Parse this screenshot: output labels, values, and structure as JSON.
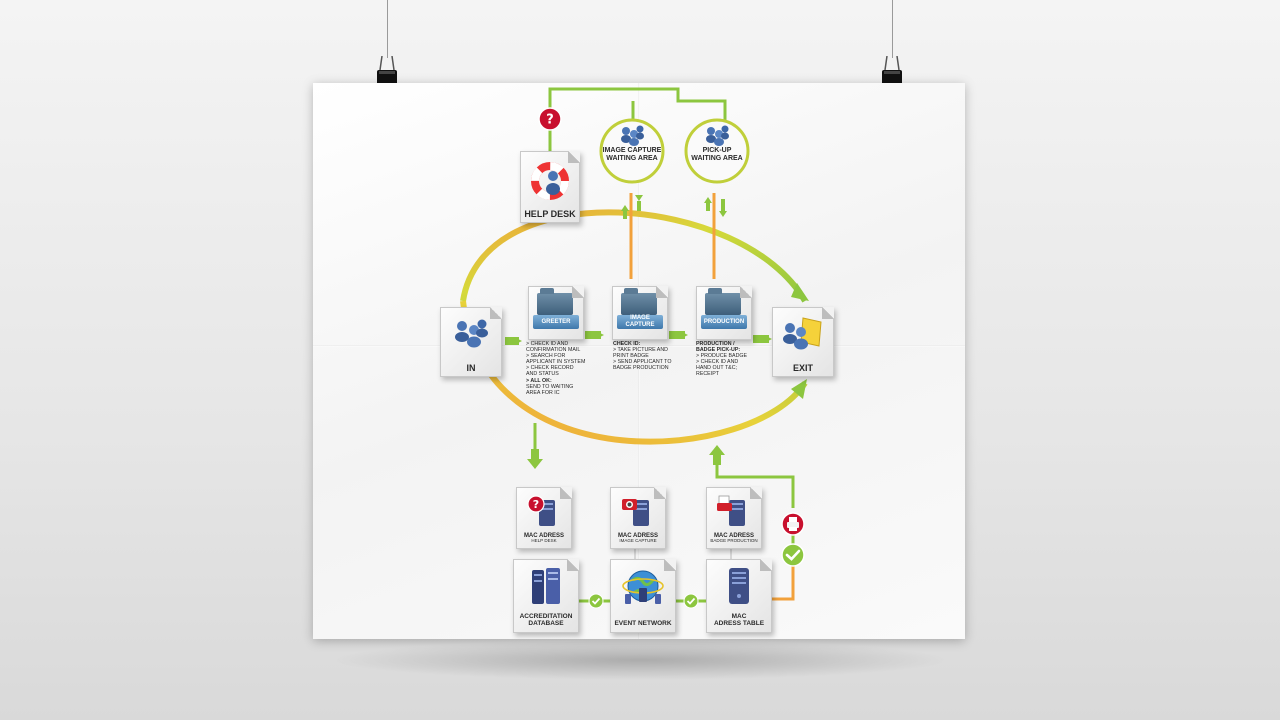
{
  "nodes": {
    "in": "IN",
    "exit": "EXIT",
    "help_desk": "HELP DESK",
    "image_capture_waiting": [
      "IMAGE CAPTURE",
      "WAITING AREA"
    ],
    "pickup_waiting": [
      "PICK-UP",
      "WAITING AREA"
    ],
    "greeter": "GREETER",
    "image_capture": "IMAGE CAPTURE",
    "production": "PRODUCTION"
  },
  "steps": {
    "greeter": [
      "> CHECK ID AND",
      "CONFIRMATION MAIL",
      "> SEARCH FOR",
      "APPLICANT IN SYSTEM",
      "> CHECK RECORD",
      "AND STATUS"
    ],
    "greeter_all_ok": "> ALL OK:",
    "greeter_tail": [
      "SEND TO WAITING",
      "AREA FOR IC"
    ],
    "image_capture_head": "CHECK ID:",
    "image_capture": [
      "> TAKE PICTURE AND",
      "PRINT BADGE",
      "> SEND APPLICANT TO",
      "BADGE PRODUCTION"
    ],
    "production_head": [
      "PRODUCTION /",
      "BADGE PICK-UP:"
    ],
    "production": [
      "> PRODUCE BADGE",
      "> CHECK ID AND",
      "HAND OUT T&C;",
      "RECEIPT"
    ]
  },
  "systems": {
    "mac_help": {
      "title": "MAC ADRESS",
      "sub": "HELP DESK"
    },
    "mac_image": {
      "title": "MAC ADRESS",
      "sub": "IMAGE CAPTURE"
    },
    "mac_badge": {
      "title": "MAC ADRESS",
      "sub": "BADGE PRODUCTION"
    },
    "accreditation": [
      "ACCREDITATION",
      "DATABASE"
    ],
    "event_network": "EVENT NETWORK",
    "mac_table": [
      "MAC",
      "ADRESS TABLE"
    ]
  },
  "colors": {
    "green": "#8cc63f",
    "orange": "#f2a13b",
    "yellow": "#d6d93a",
    "blue": "#3f78ab",
    "red": "#c8102e"
  }
}
